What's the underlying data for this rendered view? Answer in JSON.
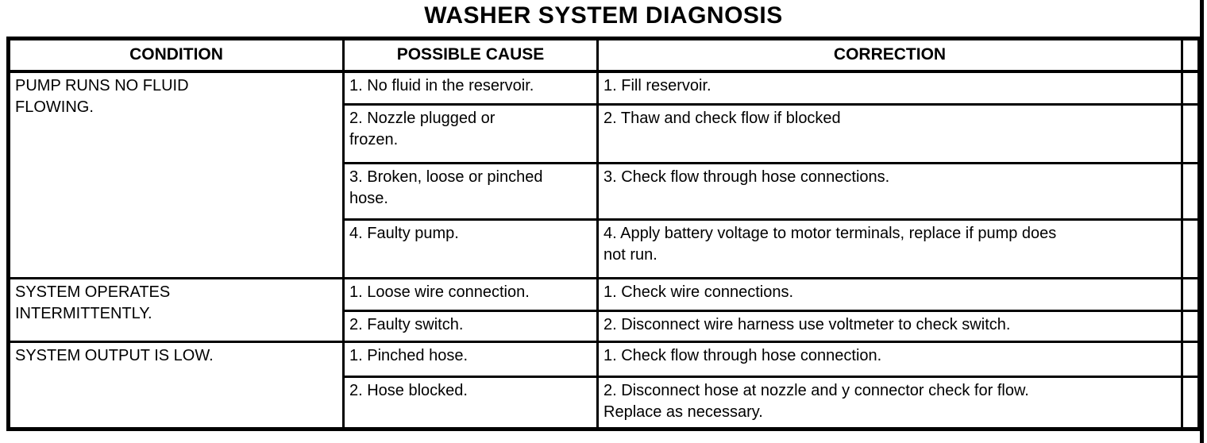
{
  "title": "WASHER SYSTEM DIAGNOSIS",
  "table": {
    "headers": {
      "condition": "CONDITION",
      "cause": "POSSIBLE CAUSE",
      "correction": "CORRECTION"
    },
    "groups": [
      {
        "condition": "PUMP RUNS NO FLUID\nFLOWING.",
        "rows": [
          {
            "cause": "1. No fluid in the reservoir.",
            "correction": "1. Fill reservoir."
          },
          {
            "cause": "2. Nozzle plugged or\nfrozen.",
            "correction": "2. Thaw and check flow if blocked"
          },
          {
            "cause": "3. Broken, loose or pinched\nhose.",
            "correction": "3. Check flow through hose connections."
          },
          {
            "cause": "4. Faulty pump.",
            "correction": "4. Apply battery voltage to motor terminals, replace if pump does\nnot run."
          }
        ]
      },
      {
        "condition": "SYSTEM OPERATES\nINTERMITTENTLY.",
        "rows": [
          {
            "cause": "1. Loose wire connection.",
            "correction": "1. Check wire connections."
          },
          {
            "cause": "2. Faulty switch.",
            "correction": "2. Disconnect wire harness use voltmeter to check switch."
          }
        ]
      },
      {
        "condition": "SYSTEM OUTPUT IS LOW.",
        "rows": [
          {
            "cause": "1. Pinched hose.",
            "correction": "1. Check flow through hose connection."
          },
          {
            "cause": "2. Hose blocked.",
            "correction": "2. Disconnect hose at nozzle and y connector check for flow.\nReplace as necessary."
          }
        ]
      }
    ]
  },
  "colors": {
    "ink": "#000000",
    "paper": "#ffffff"
  }
}
